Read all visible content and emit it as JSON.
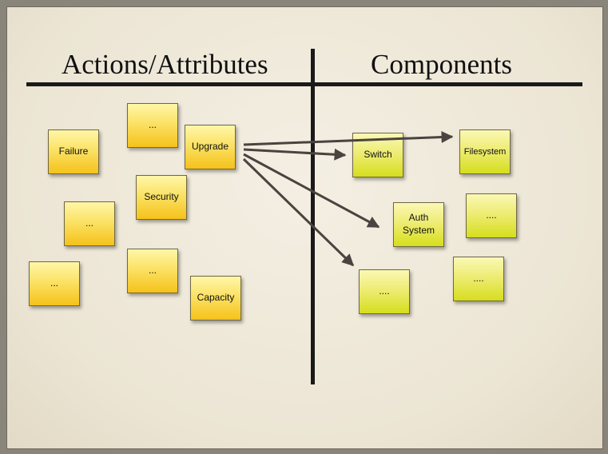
{
  "headings": {
    "left": "Actions/Attributes",
    "right": "Components"
  },
  "notes_left": {
    "failure": "Failure",
    "ellipsis_top": "...",
    "upgrade": "Upgrade",
    "security": "Security",
    "ellipsis_mid_left": "...",
    "ellipsis_bottom_left": "...",
    "ellipsis_bottom_mid": "...",
    "capacity": "Capacity"
  },
  "notes_right": {
    "switch": "Switch",
    "filesystem": "Filesystem",
    "auth_system": "Auth\nSystem",
    "ellipsis_right_top": "....",
    "ellipsis_right_bottom_left": "....",
    "ellipsis_right_bottom_right": "...."
  },
  "colors": {
    "left_notes": "#f5c21a",
    "right_notes": "#d5de1c",
    "arrows": "#4a4340",
    "rules": "#1a1a1a"
  }
}
